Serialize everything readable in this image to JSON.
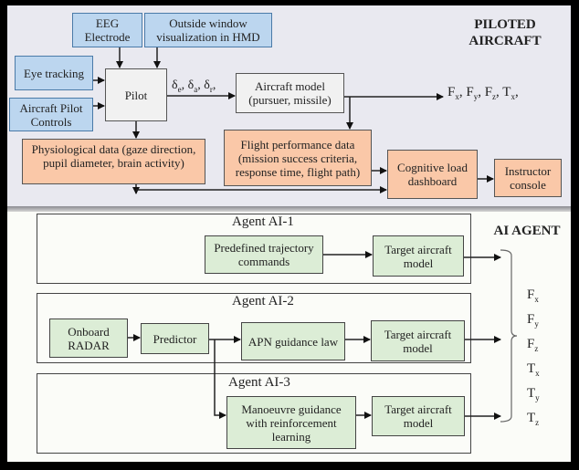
{
  "piloted": {
    "title_line1": "PILOTED",
    "title_line2": "AIRCRAFT",
    "boxes": {
      "eeg": "EEG Electrode",
      "outside": "Outside window visualization in HMD",
      "eye": "Eye tracking",
      "controls": "Aircraft Pilot Controls",
      "pilot": "Pilot",
      "aircraft_model": "Aircraft model (pursuer, missile)",
      "physio": "Physiological data (gaze direction, pupil diameter, brain activity)",
      "flight_perf": "Flight performance data (mission success criteria, response time, flight path)",
      "cognitive": "Cognitive load dashboard",
      "instructor": "Instructor console"
    },
    "control_signals": [
      "δe",
      "δa",
      "δr"
    ],
    "outputs": [
      "Fx",
      "Fy",
      "Fz",
      "Tx"
    ]
  },
  "ai": {
    "title": "AI AGENT",
    "agents": [
      {
        "title": "Agent AI-1",
        "boxes": [
          "Predefined trajectory commands",
          "Target aircraft model"
        ]
      },
      {
        "title": "Agent AI-2",
        "boxes": [
          "Onboard RADAR",
          "Predictor",
          "APN guidance law",
          "Target aircraft model"
        ]
      },
      {
        "title": "Agent AI-3",
        "boxes": [
          "Manoeuvre guidance with reinforcement learning",
          "Target aircraft model"
        ]
      }
    ],
    "outputs": [
      "Fx",
      "Fy",
      "Fz",
      "Tx",
      "Ty",
      "Tz"
    ]
  },
  "colors": {
    "input_blue": "#bcd6ef",
    "data_orange": "#fac8a8",
    "agent_green": "#dcedd6"
  }
}
